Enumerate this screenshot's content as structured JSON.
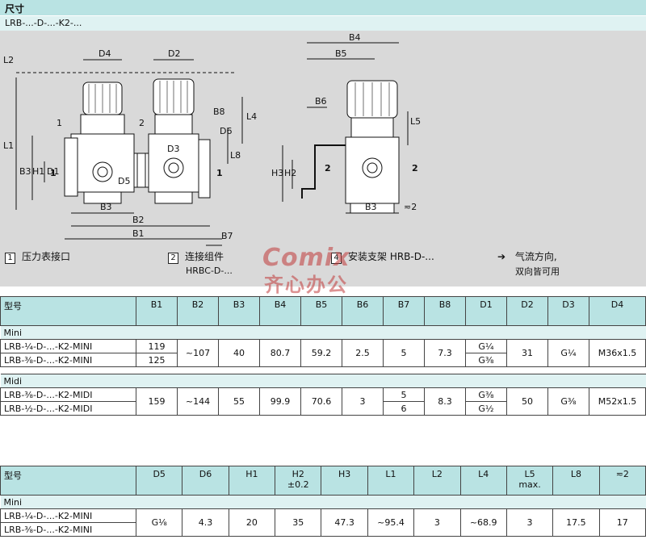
{
  "header": {
    "title": "尺寸",
    "model_line": "LRB-...-D-...-K2-..."
  },
  "legend": [
    {
      "num": "1",
      "label": "压力表接口",
      "sub": ""
    },
    {
      "num": "2",
      "label": "连接组件",
      "sub": "HRBC-D-..."
    },
    {
      "num": "4",
      "label": "安装支架 HRB-D-...",
      "sub": ""
    }
  ],
  "flow_note": {
    "arrow": "➔",
    "line1": "气流方向,",
    "line2": "双向皆可用"
  },
  "watermark": {
    "brand": "Comix",
    "text": "齐心办公"
  },
  "drawing_labels": {
    "D4": "D4",
    "D2": "D2",
    "B4": "B4",
    "B5": "B5",
    "B6": "B6",
    "B8": "B8",
    "D6": "D6",
    "L4": "L4",
    "L2": "L2",
    "L1": "L1",
    "L5": "L5",
    "L8": "L8",
    "B3": "B3",
    "H1": "H1",
    "D1": "D1",
    "D3": "D3",
    "D5": "D5",
    "B2": "B2",
    "B1": "B1",
    "B7": "B7",
    "H2": "H2",
    "H3": "H3",
    "B3r": "B3",
    "wrench": "≂2",
    "p1": "1",
    "p2": "2",
    "flow_in": "1",
    "flow_out": "1",
    "flow_l": "2",
    "flow_r": "2"
  },
  "table1": {
    "headers": [
      "型号",
      "B1",
      "B2",
      "B3",
      "B4",
      "B5",
      "B6",
      "B7",
      "B8",
      "D1",
      "D2",
      "D3",
      "D4"
    ],
    "groups": [
      {
        "name": "Mini",
        "rows": [
          [
            "LRB-¼-D-...-K2-MINI",
            "119",
            "~107",
            "40",
            "80.7",
            "59.2",
            "2.5",
            "5",
            "7.3",
            "G¼",
            "31",
            "G¼",
            "M36x1.5"
          ],
          [
            "LRB-⅜-D-...-K2-MINI",
            "125",
            "",
            "",
            "",
            "",
            "",
            "",
            "",
            "G⅜",
            "",
            "",
            ""
          ]
        ]
      },
      {
        "name": "Midi",
        "rows": [
          [
            "LRB-⅜-D-...-K2-MIDI",
            "159",
            "~144",
            "55",
            "99.9",
            "70.6",
            "3",
            "5",
            "8.3",
            "G⅜",
            "50",
            "G⅜",
            "M52x1.5"
          ],
          [
            "LRB-½-D-...-K2-MIDI",
            "",
            "",
            "",
            "",
            "",
            "",
            "6",
            "",
            "G½",
            "",
            "",
            ""
          ]
        ]
      }
    ]
  },
  "table2": {
    "headers": [
      "型号",
      "D5",
      "D6",
      "H1",
      "H2",
      "H3",
      "L1",
      "L2",
      "L4",
      "L5",
      "L8",
      "≂2"
    ],
    "header_sub": {
      "H2": "±0.2",
      "L5": "max."
    },
    "groups": [
      {
        "name": "Mini",
        "rows": [
          [
            "LRB-¼-D-...-K2-MINI",
            "G⅛",
            "4.3",
            "20",
            "35",
            "47.3",
            "~95.4",
            "3",
            "~68.9",
            "3",
            "17.5",
            "17"
          ],
          [
            "LRB-⅜-D-...-K2-MINI",
            "",
            "",
            "",
            "",
            "",
            "",
            "",
            "",
            "",
            "",
            ""
          ]
        ]
      }
    ]
  }
}
